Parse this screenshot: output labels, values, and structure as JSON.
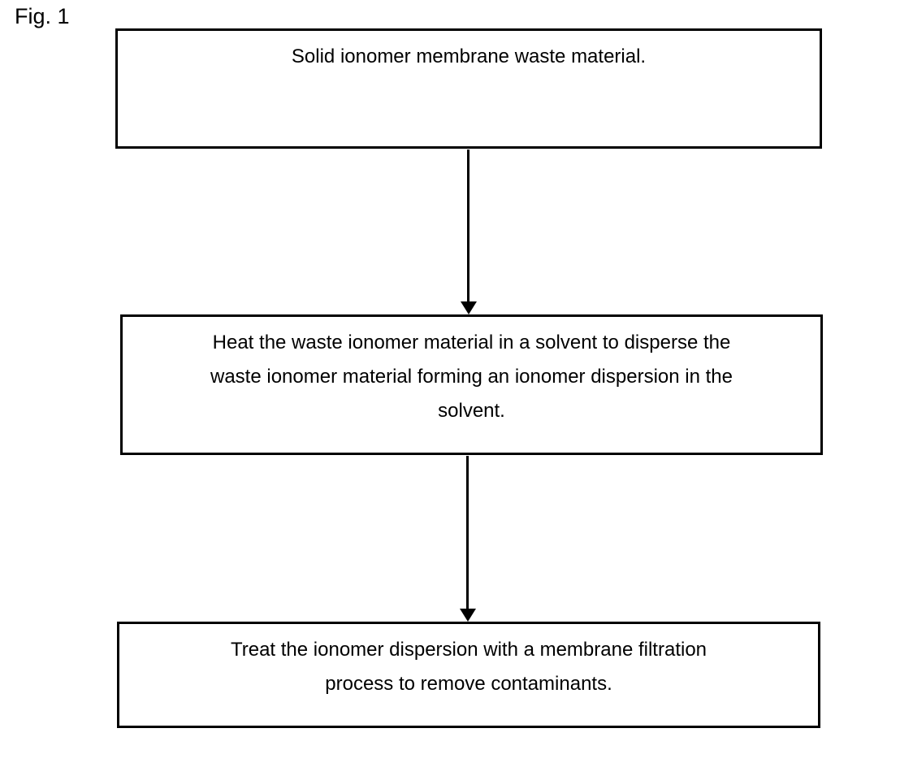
{
  "figure_label": "Fig. 1",
  "flowchart": {
    "steps": [
      {
        "text": "Solid ionomer membrane waste material.",
        "lines": [
          "Solid ionomer membrane waste material."
        ]
      },
      {
        "text": "Heat the waste ionomer material in a solvent to disperse the waste ionomer material forming an ionomer dispersion in the solvent.",
        "lines": [
          "Heat the waste ionomer material in a solvent to disperse the",
          "waste ionomer material forming an ionomer dispersion in the",
          "solvent."
        ]
      },
      {
        "text": "Treat the ionomer dispersion with a membrane filtration process to remove contaminants.",
        "lines": [
          "Treat the ionomer dispersion with a membrane filtration",
          "process to remove contaminants."
        ]
      }
    ]
  },
  "colors": {
    "border": "#000000",
    "background": "#ffffff",
    "text": "#000000"
  }
}
